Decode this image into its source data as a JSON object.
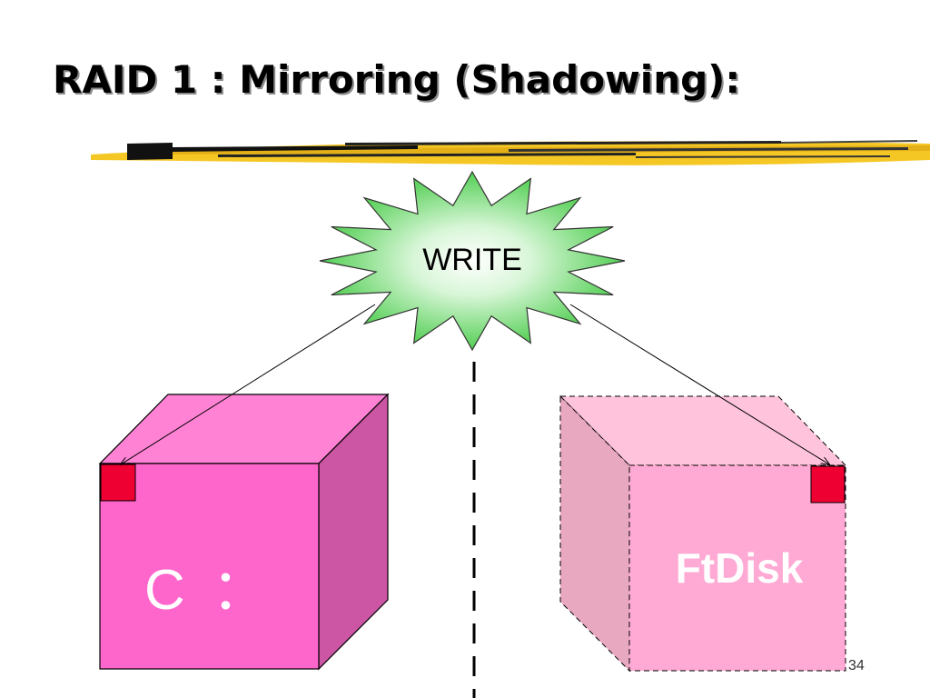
{
  "slide": {
    "title": "RAID 1 : Mirroring (Shadowing):",
    "page_number": "34"
  },
  "diagram": {
    "write_burst": {
      "label": "WRITE"
    },
    "primary_disk": {
      "label": "C ："
    },
    "mirror_disk": {
      "label": "FtDisk"
    }
  },
  "colors": {
    "burst_edge": "#3cc83c",
    "burst_center": "#ffffff",
    "primary_front": "#ff66cc",
    "primary_top": "#ff82d4",
    "primary_side": "#cc55a4",
    "mirror_front": "#ffaad4",
    "mirror_top": "#ffc4dc",
    "mirror_side": "#e8a8bf",
    "block": "#ee0033",
    "underline": "#f4c419"
  }
}
